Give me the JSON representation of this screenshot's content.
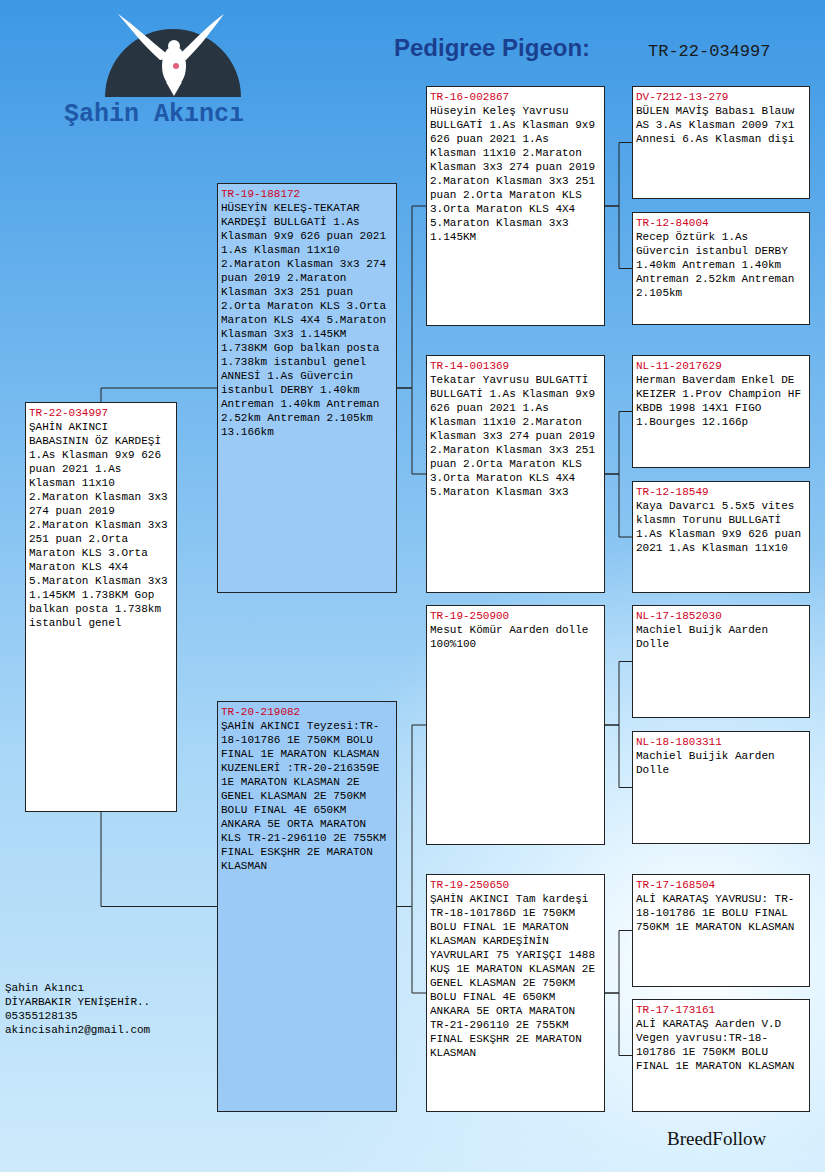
{
  "diagram": {
    "title": "Pedigree Pigeon:",
    "nodes": [
      {
        "text": [
          "TR-22-034997",
          "ŞAHİN AKINCI BABASININ ÖZ KARDEŞİ 1.As Klasman 9x9 626 puan 2021 1.As Klasman 11x10 2.Maraton Klasman 3x3 274 puan 2019 2.Maraton Klasman 3x3 251 puan 2.Orta Maraton KLS 3.Orta Maraton KLS 4X4 5.Maraton Klasman 3x3 1.145KM 1.738KM Gop balkan posta 1.738km istanbul genel"
        ]
      },
      {
        "text": [
          "TR-19-188172",
          "HÜSEYİN KELEŞ-TEKATAR KARDEŞİ BULLGATİ 1.As Klasman 9x9 626 puan 2021 1.As Klasman 11x10 2.Maraton Klasman 3x3 274 puan 2019 2.Maraton Klasman 3x3 251 puan 2.Orta Maraton KLS 3.Orta Maraton KLS 4X4 5.Maraton Klasman 3x3 1.145KM 1.738KM Gop balkan posta 1.738km istanbul genel ANNESİ 1.As Güvercin istanbul DERBY 1.40km Antreman 1.40km Antreman 2.52km Antreman 2.105km 13.166km"
        ]
      },
      {
        "text": [
          "TR-16-002867",
          "Hüseyin Keleş Yavrusu BULLGATİ 1.As Klasman 9x9 626 puan 2021 1.As Klasman 11x10 2.Maraton Klasman 3x3 274 puan 2019 2.Maraton Klasman 3x3 251 puan 2.Orta Maraton KLS 3.Orta Maraton KLS 4X4 5.Maraton Klasman 3x3 1.145KM"
        ]
      },
      {
        "text": [
          "DV-7212-13-279",
          "BÜLEN MAVİŞ Babası Blauw AS 3.As Klasman 2009 7x1 Annesi 6.As Klasman dişi"
        ]
      },
      {
        "text": [
          "TR-12-84004",
          "Recep Öztürk 1.As Güvercin istanbul DERBY 1.40km Antreman 1.40km Antreman 2.52km Antreman 2.105km"
        ]
      },
      {
        "text": [
          "TR-14-001369",
          "Tekatar Yavrusu BULGATTİ BULLGATİ 1.As Klasman 9x9 626 puan 2021 1.As Klasman 11x10 2.Maraton Klasman 3x3 274 puan 2019 2.Maraton Klasman 3x3 251 puan 2.Orta Maraton KLS 3.Orta Maraton KLS 4X4 5.Maraton Klasman 3x3"
        ]
      },
      {
        "text": [
          "NL-11-2017629",
          "Herman Baverdam Enkel DE KEIZER 1.Prov Champion HF KBDB 1998 14X1 FIGO 1.Bourges 12.166p"
        ]
      },
      {
        "text": [
          "TR-12-18549",
          "Kaya Davarcı 5.5x5 vites klasmn Torunu BULLGATİ 1.As Klasman 9x9 626 puan 2021 1.As Klasman 11x10"
        ]
      },
      {
        "text": [
          "TR-20-219082",
          "ŞAHİN AKINCI Teyzesi:TR-18-101786 1E 750KM BOLU FINAL 1E MARATON KLASMAN KUZENLERİ :TR-20-216359E 1E MARATON KLASMAN 2E GENEL KLASMAN 2E 750KM BOLU FINAL 4E 650KM ANKARA 5E ORTA MARATON KLS TR-21-296110 2E 755KM FINAL ESKŞHR 2E MARATON KLASMAN"
        ]
      },
      {
        "text": [
          "TR-19-250900",
          "Mesut Kömür Aarden dolle 100%100"
        ]
      },
      {
        "text": [
          "NL-17-1852030",
          "Machiel Buijk Aarden Dolle"
        ]
      },
      {
        "text": [
          "NL-18-1803311",
          "Machiel Buijik Aarden Dolle"
        ]
      },
      {
        "text": [
          "TR-19-250650",
          "ŞAHİN AKINCI Tam kardeşi TR-18-101786D 1E 750KM BOLU FINAL 1E MARATON KLASMAN KARDEŞİNİN YAVRULARI 75 YARIŞÇI 1488 KUŞ 1E MARATON KLASMAN 2E GENEL KLASMAN 2E 750KM BOLU FINAL 4E 650KM ANKARA 5E ORTA MARATON TR-21-296110 2E 755KM FINAL ESKŞHR 2E MARATON KLASMAN"
        ]
      },
      {
        "text": [
          "TR-17-168504",
          "ALİ KARATAŞ YAVRUSU: TR-18-101786 1E BOLU FINAL 750KM 1E MARATON KLASMAN"
        ]
      },
      {
        "text": [
          "TR-17-173161",
          "ALİ KARATAŞ Aarden V.D Vegen yavrusu:TR-18-101786 1E 750KM BOLU FINAL 1E MARATON KLASMAN"
        ]
      }
    ],
    "edges": [
      {
        "from": 0,
        "to": 1,
        "arrow": "none"
      },
      {
        "from": 0,
        "to": 8,
        "arrow": "none"
      },
      {
        "from": 1,
        "to": 2,
        "arrow": "none"
      },
      {
        "from": 1,
        "to": 5,
        "arrow": "none"
      },
      {
        "from": 2,
        "to": 3,
        "arrow": "none"
      },
      {
        "from": 2,
        "to": 4,
        "arrow": "none"
      },
      {
        "from": 5,
        "to": 6,
        "arrow": "none"
      },
      {
        "from": 5,
        "to": 7,
        "arrow": "none"
      },
      {
        "from": 8,
        "to": 9,
        "arrow": "none"
      },
      {
        "from": 8,
        "to": 12,
        "arrow": "none"
      },
      {
        "from": 9,
        "to": 10,
        "arrow": "none"
      },
      {
        "from": 9,
        "to": 11,
        "arrow": "none"
      },
      {
        "from": 12,
        "to": 13,
        "arrow": "none"
      },
      {
        "from": 12,
        "to": 14,
        "arrow": "none"
      }
    ],
    "labels": [
      "TR-22-034997",
      "Şahin Akıncı",
      "Şahin Akıncı",
      "DİYARBAKIR YENİŞEHİR..",
      "05355128135",
      "akincisahin2@gmail.com",
      "BreedFollow"
    ]
  }
}
